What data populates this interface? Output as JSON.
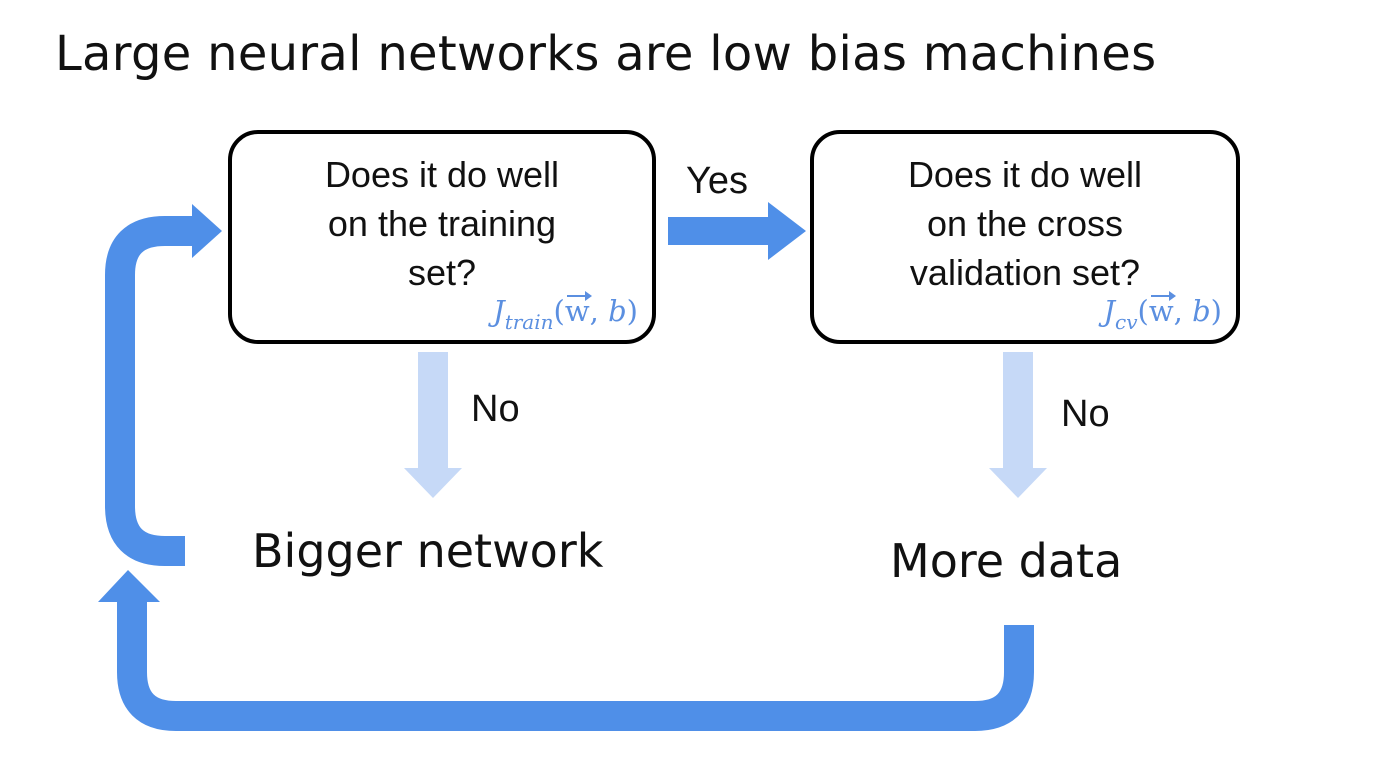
{
  "title": "Large neural networks are low bias machines",
  "boxes": {
    "train": {
      "lines": [
        "Does it do well",
        "on the training",
        "set?"
      ],
      "formula": {
        "fn": "J",
        "sub": "train",
        "args_open": "(",
        "vec": "w",
        "args_rest": ", ",
        "b": "b",
        "args_close": ")"
      }
    },
    "cv": {
      "lines": [
        "Does it do well",
        "on the cross",
        "validation set?"
      ],
      "formula": {
        "fn": "J",
        "sub": "cv",
        "args_open": "(",
        "vec": "w",
        "args_rest": ", ",
        "b": "b",
        "args_close": ")"
      }
    }
  },
  "labels": {
    "yes": "Yes",
    "no_train": "No",
    "no_cv": "No"
  },
  "outcomes": {
    "bigger_network": "Bigger network",
    "more_data": "More data"
  },
  "colors": {
    "arrow_strong": "#4f8fe8",
    "arrow_light": "#c6d9f7",
    "formula": "#5b8fe0",
    "box_border": "#000000"
  }
}
